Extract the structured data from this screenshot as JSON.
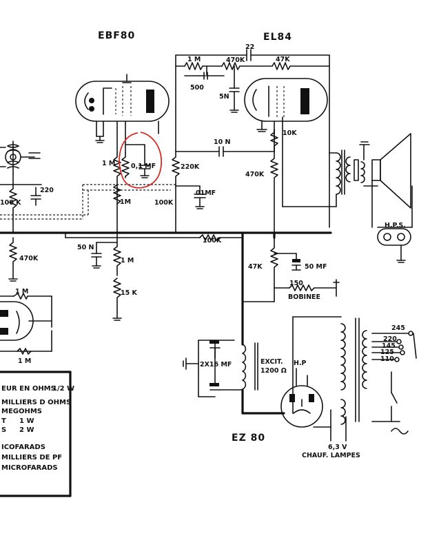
{
  "tubes": {
    "ebf80": "EBF80",
    "el84": "EL84",
    "ez80": "EZ 80"
  },
  "components": {
    "c_22": "22",
    "r_1m_top": "1 M",
    "r_470k_top": "470K",
    "r_47k_top": "47K",
    "c_500": "500",
    "c_5n": "5N",
    "c_10n": "10 N",
    "r_10k": "10K",
    "r_1m_grid": "1 M",
    "c_01mf_circled": "0,1 MF",
    "r_220k": "220K",
    "r_470k_mid": "470K",
    "c_220": "220",
    "r_100k_left": "100 K",
    "r_1m_mid": "1M",
    "r_100k_mid": "100K",
    "c_01mf_2": "01MF",
    "hps": "H.P.S.",
    "c_50n": "50 N",
    "r_1m_low": "1 M",
    "r_100k_line": "100K",
    "r_470k_left": "470K",
    "r_47k_low": "47K",
    "c_50mf": "50 MF",
    "r_15k": "15 K",
    "r_150": "150",
    "bobinee": "BOBINEE",
    "r_1m_leftA": "1 M",
    "r_1m_leftB": "1 M",
    "c_2x16mf": "2X16 MF",
    "excit": "EXCIT.",
    "excit_val": "1200 Ω",
    "hp": "H.P",
    "v245": "245",
    "v220": "220",
    "v145": "145",
    "v125": "125",
    "v110": "110",
    "v63": "6,3 V",
    "chauf": "CHAUF. LAMPES"
  },
  "legend": {
    "line1": "EUR EN OHMS",
    "line1_frac": "1/2 W",
    "line2": "MILLIERS D OHMS",
    "line3": "MEGOHMS",
    "line4a": "T",
    "line4b": "1 W",
    "line5a": "S",
    "line5b": "2 W",
    "line6": "ICOFARADS",
    "line7": "MILLIERS DE PF",
    "line8": "MICROFARADS"
  },
  "colors": {
    "ink": "#111111",
    "annotation": "#d42a22"
  }
}
